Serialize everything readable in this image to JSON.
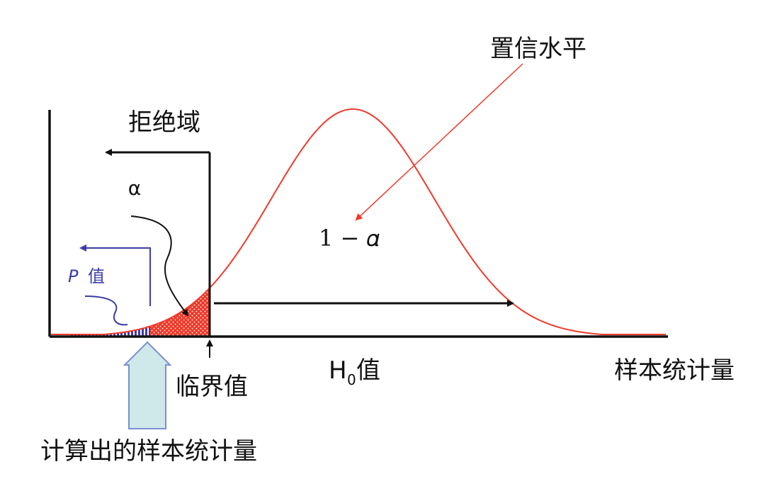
{
  "labels": {
    "confidence_level": "置信水平",
    "rejection_region": "拒绝域",
    "alpha": "α",
    "one_minus_alpha": "1 − 𝛼",
    "p_value_p": "P",
    "p_value_zhi": "值",
    "h0_h": "H",
    "h0_sub": "0",
    "h0_zhi": "值",
    "sample_statistic": "样本统计量",
    "critical_value": "临界值",
    "computed_statistic": "计算出的样本统计量"
  },
  "colors": {
    "curve": "#ee3a2a",
    "alpha_fill": "#ee3a2a",
    "p_value": "#3c3ca8",
    "axis": "#111111",
    "confidence_arrow": "#ee3a2a",
    "computed_arrow_fill": "#cfe8ea",
    "computed_arrow_stroke": "#7b8fd0"
  },
  "icons": [
    "left-arrow-icon",
    "right-arrow-icon",
    "up-arrow-icon",
    "curved-arrow-icon"
  ]
}
